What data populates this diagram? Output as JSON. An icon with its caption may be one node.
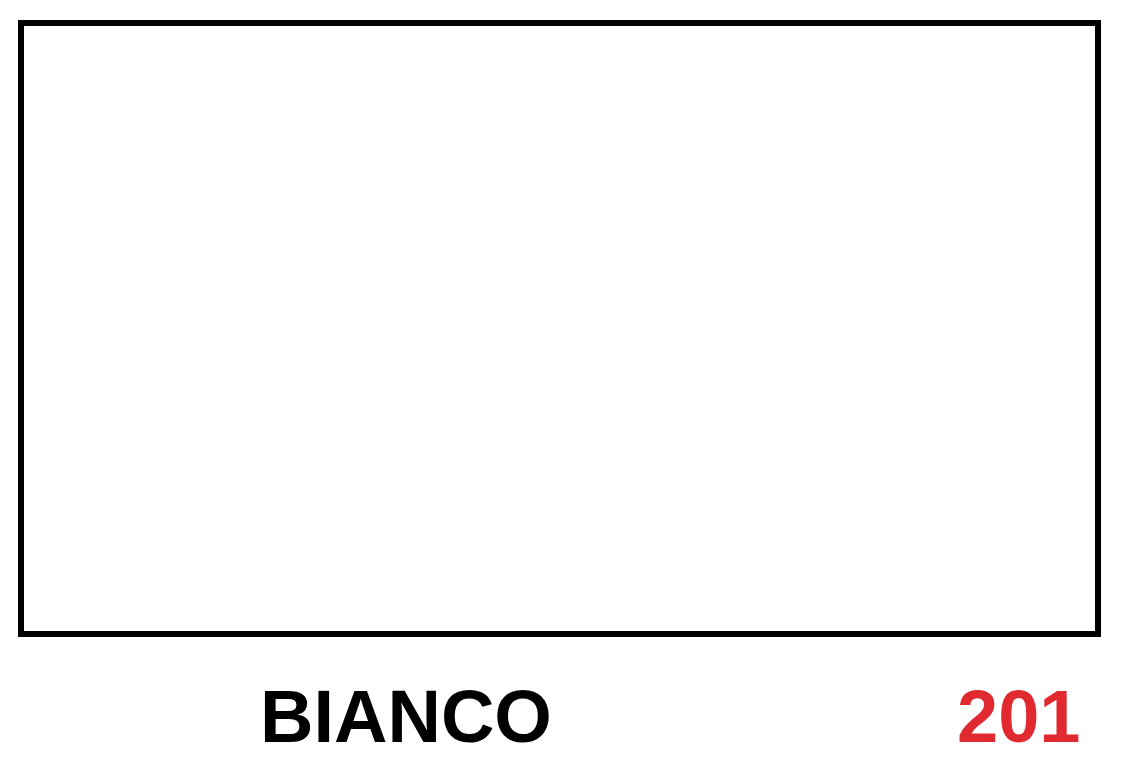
{
  "diagram": {
    "nodes": [
      {
        "text": [],
        "shape": "box"
      }
    ],
    "labels": [
      "BIANCO",
      "201"
    ]
  }
}
